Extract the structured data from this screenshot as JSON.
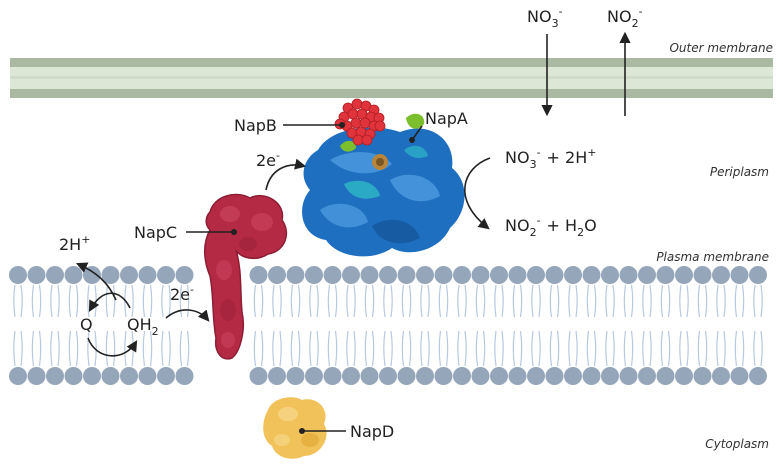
{
  "regions": {
    "outer_membrane": "Outer membrane",
    "periplasm": "Periplasm",
    "plasma_membrane": "Plasma membrane",
    "cytoplasm": "Cytoplasm"
  },
  "proteins": {
    "napA": "NapA",
    "napB": "NapB",
    "napC": "NapC",
    "napD": "NapD"
  },
  "chemistry": {
    "no3_top": {
      "base": "NO",
      "sub": "3",
      "sup": "-"
    },
    "no2_top": {
      "base": "NO",
      "sub": "2",
      "sup": "-"
    },
    "reactant_a": {
      "base": "NO",
      "sub": "3",
      "sup": "-"
    },
    "reactant_b": {
      "prefix": "+ 2H",
      "sup": "+"
    },
    "product_a": {
      "base": "NO",
      "sub": "2",
      "sup": "-"
    },
    "product_b": {
      "prefix": "+ H",
      "sub": "2",
      "suffix": "O"
    },
    "electrons_upper": {
      "base": "2e",
      "sup": "-"
    },
    "electrons_lower": {
      "base": "2e",
      "sup": "-"
    },
    "protons": {
      "base": "2H",
      "sup": "+"
    },
    "quinone": "Q",
    "quinol": {
      "base": "QH",
      "sub": "2"
    }
  },
  "colors": {
    "outer_membrane_band": "#a9b9a2",
    "outer_membrane_core": "#dde7d6",
    "lipid_head": "#95a6bb",
    "lipid_tail": "#b7c9e2",
    "napA_blue": "#1f6fc0",
    "napB_red": "#e0333b",
    "napC_crimson": "#b42a45",
    "napD_yellow": "#f2c25a"
  }
}
